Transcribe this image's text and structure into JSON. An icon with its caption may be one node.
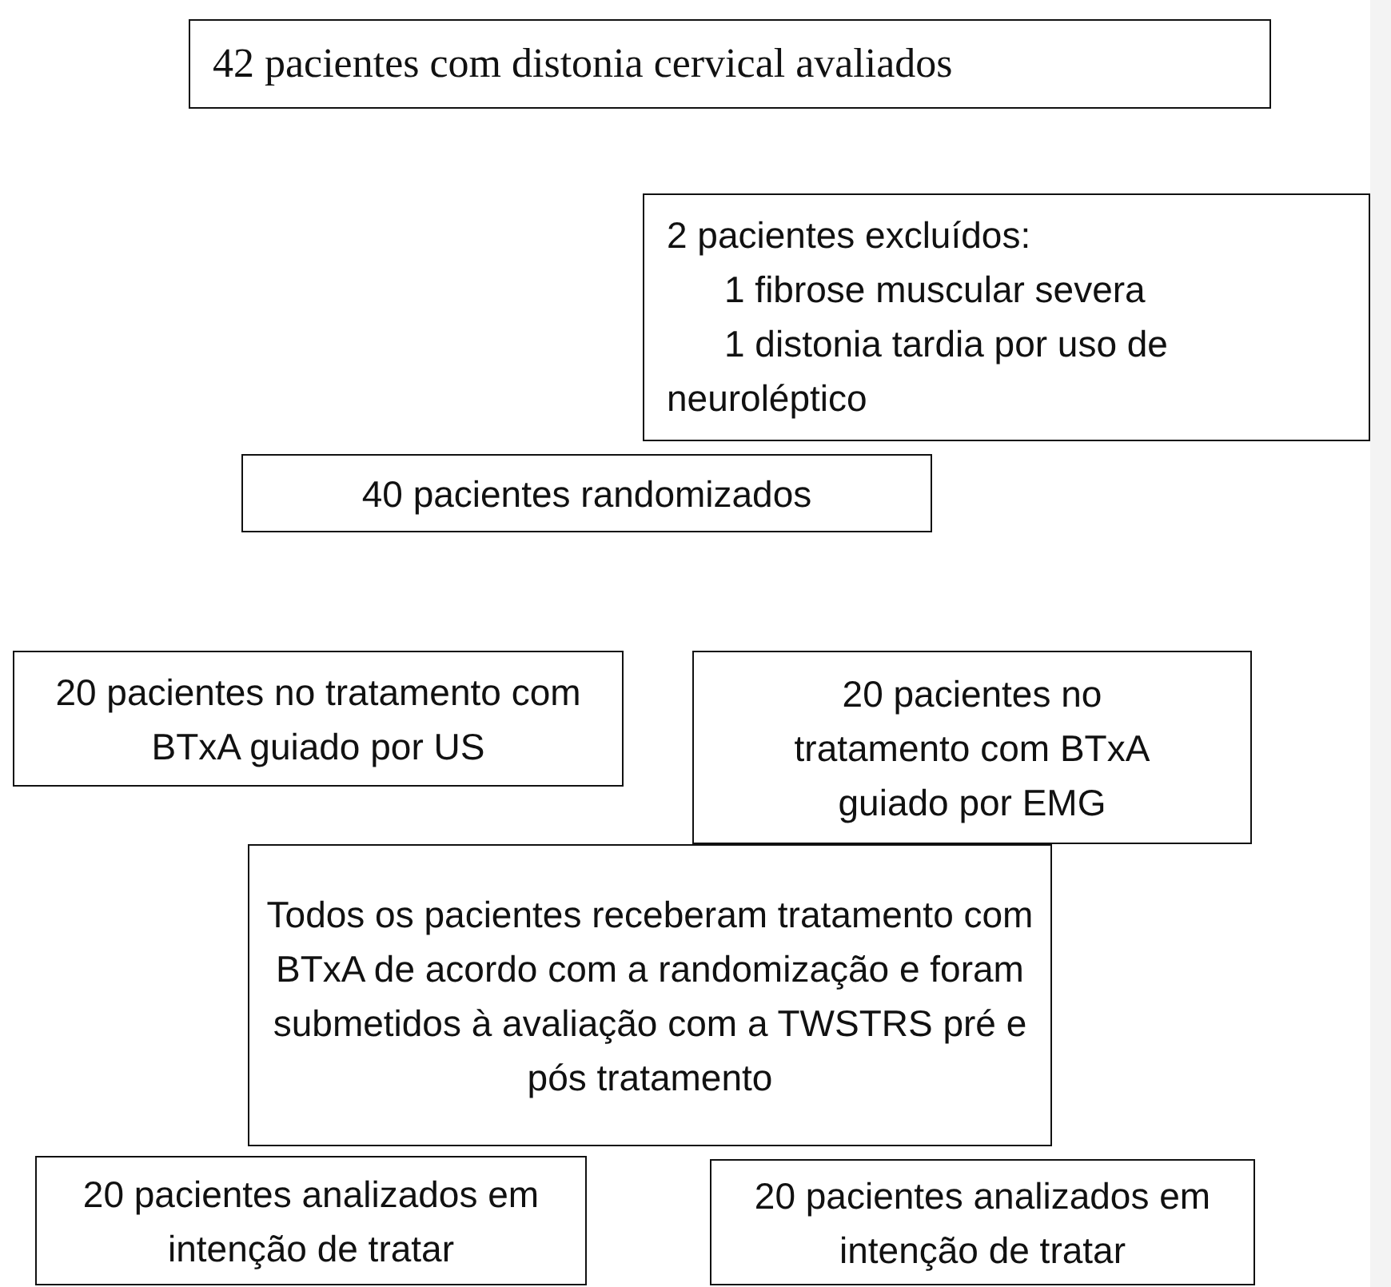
{
  "diagram": {
    "nodes": [
      {
        "text": [
          "42 pacientes com distonia cervical avaliados"
        ]
      },
      {
        "text": [
          "2 pacientes excluídos:",
          "1 fibrose muscular severa",
          "1 distonia tardia por uso de neuroléptico"
        ]
      },
      {
        "text": [
          "40 pacientes randomizados"
        ]
      },
      {
        "text": [
          "20 pacientes no tratamento com BTxA guiado por US"
        ]
      },
      {
        "text": [
          "20 pacientes no tratamento com BTxA guiado por EMG"
        ]
      },
      {
        "text": [
          "Todos os pacientes receberam tratamento com BTxA de acordo com a randomização e foram submetidos à avaliação com a TWSTRS pré e pós tratamento"
        ]
      },
      {
        "text": [
          "20 pacientes analizados em intenção de tratar"
        ]
      },
      {
        "text": [
          "20 pacientes analizados em intenção de tratar"
        ]
      }
    ]
  }
}
